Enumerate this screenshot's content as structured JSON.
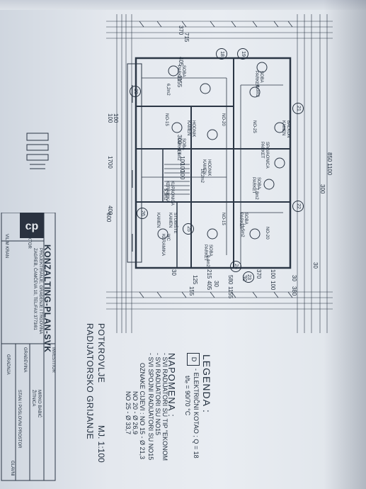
{
  "plan": {
    "dimensions": {
      "top_row": [
        "370",
        "405",
        "715",
        "1155",
        "300",
        "100",
        "100",
        "100"
      ],
      "bottom_row": [
        "30",
        "125",
        "30",
        "155",
        "215",
        "580",
        "405",
        "1155",
        "370",
        "30",
        "100",
        "380",
        "100",
        "30"
      ],
      "left_col": [
        "1700",
        "400",
        "600",
        "100",
        "100"
      ],
      "right_col": [
        "1100",
        "850",
        "300",
        "30"
      ]
    },
    "rooms": [
      {
        "name": "SOBA",
        "floor": "PARKET"
      },
      {
        "name": "SOBA",
        "floor": "PARKET"
      },
      {
        "name": "SOBA",
        "floor": "PARKET"
      },
      {
        "name": "SOBA",
        "floor": "PARKET"
      },
      {
        "name": "SOBA",
        "floor": "PARKET"
      },
      {
        "name": "SOBA",
        "floor": "PARKET"
      },
      {
        "name": "HODNIK",
        "floor": "KAMEN"
      },
      {
        "name": "KUPAONICA",
        "floor": "KERAMIKA"
      },
      {
        "name": "KAMEN",
        "floor": ""
      },
      {
        "name": "BALKON",
        "floor": "KAMEN"
      },
      {
        "name": "STUBIŠTE",
        "floor": "KAMEN"
      },
      {
        "name": "SPAVAONICA",
        "floor": "PARKET"
      },
      {
        "name": "HODNIK",
        "floor": "KAMEN"
      },
      {
        "name": "WC",
        "floor": "KERAMIKA"
      }
    ],
    "areas": [
      "6,2m2",
      "9,6m2",
      "6,0m2",
      "7,8m2",
      "11,5m2",
      "9,4m2",
      "16,2m2",
      "5,3m2"
    ],
    "axis_markers": [
      "18",
      "19",
      "20",
      "21",
      "22",
      "23",
      "24",
      "25",
      "26"
    ],
    "radiator_tags": [
      "NO-15",
      "NO-20",
      "NO-25"
    ]
  },
  "title_block": {
    "company": "KONZALTING-PLAN-SVK",
    "company_sub": "PROJEKTIRANJE, GRAĐENJE I TRGOVINA",
    "address": "ZAGREB, ČAMČEVA 10, TEL/FAX 3773/81",
    "roles": [
      "INVESTITOR",
      "DIREKTOR",
      "GLAVNI",
      "GRAĐEVINA"
    ],
    "names": [
      "MIRKO BABIĆ",
      "ŽITNICA ",
      "STAN I POSLOVNI PROSTOR",
      "VILIM KRAN",
      "GRADNJA "
    ]
  },
  "legend": {
    "title": "LEGENDA :",
    "symbol": "D",
    "line1": "- ELEKTRIČNI KOTAO ; Q = 18",
    "line2": "t/tₑ = 90/70 °C"
  },
  "notes": {
    "title": "NAPOMENA :",
    "lines": [
      "- SVI RADIJATORI SU TIP \"EKONOM",
      "- SVI RADIJATORI SU NO15",
      "- SVI SPOJNI RADIJATORI SU NO15",
      "OZNAKE CIJEVI : NO 15 - Ø 21,3",
      "NO 20 - Ø 26,9",
      "NO 25 - Ø 33,7"
    ]
  },
  "sheet": {
    "floor": "POTKROVLJE",
    "subject": "RADIJATORSKO GRIJANJE",
    "scale": "MJ. 1:100"
  },
  "colors": {
    "paper": "#e6eaef",
    "ink": "#26313f",
    "logo_bg": "#2a3240"
  }
}
